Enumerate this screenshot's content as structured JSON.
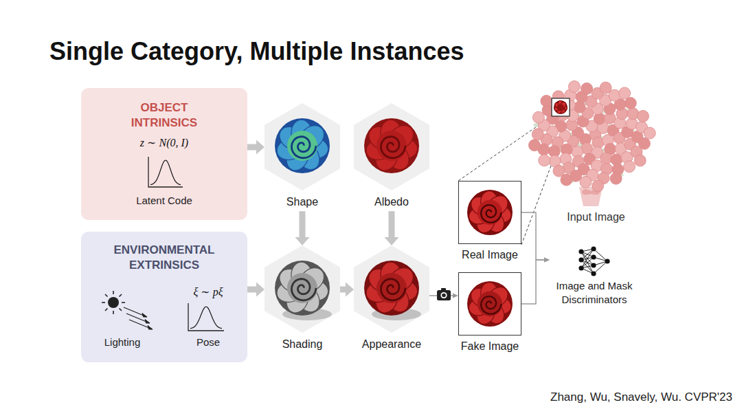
{
  "diagram": {
    "title": "Single Category, Multiple Instances",
    "caption": "Zhang, Wu, Snavely, Wu. CVPR'23",
    "nodes": [
      {
        "text": [
          "OBJECT INTRINSICS",
          "z ∼ N(0, I)",
          "Latent Code"
        ]
      },
      {
        "text": [
          "Shape"
        ]
      },
      {
        "text": [
          "Albedo"
        ]
      },
      {
        "text": [
          "Input Image"
        ]
      },
      {
        "text": [
          "Real Image"
        ]
      },
      {
        "text": [
          "ENVIRONMENTAL EXTRINSICS",
          "ξ ∼ pξ",
          "Lighting",
          "Pose"
        ]
      },
      {
        "text": [
          "Shading"
        ]
      },
      {
        "text": [
          "Appearance"
        ]
      },
      {
        "text": [
          "Fake Image"
        ]
      },
      {
        "text": [
          "Image and Mask Discriminators"
        ]
      }
    ],
    "edges": [
      {
        "from": 0,
        "to": 1,
        "arrow": "to"
      },
      {
        "from": 1,
        "to": 6,
        "arrow": "to"
      },
      {
        "from": 2,
        "to": 7,
        "arrow": "to"
      },
      {
        "from": 5,
        "to": 6,
        "arrow": "to"
      },
      {
        "from": 6,
        "to": 7,
        "arrow": "to"
      },
      {
        "from": 7,
        "to": 8,
        "arrow": "to"
      },
      {
        "from": 4,
        "to": 9,
        "arrow": "to"
      },
      {
        "from": 8,
        "to": 9,
        "arrow": "to"
      }
    ]
  }
}
